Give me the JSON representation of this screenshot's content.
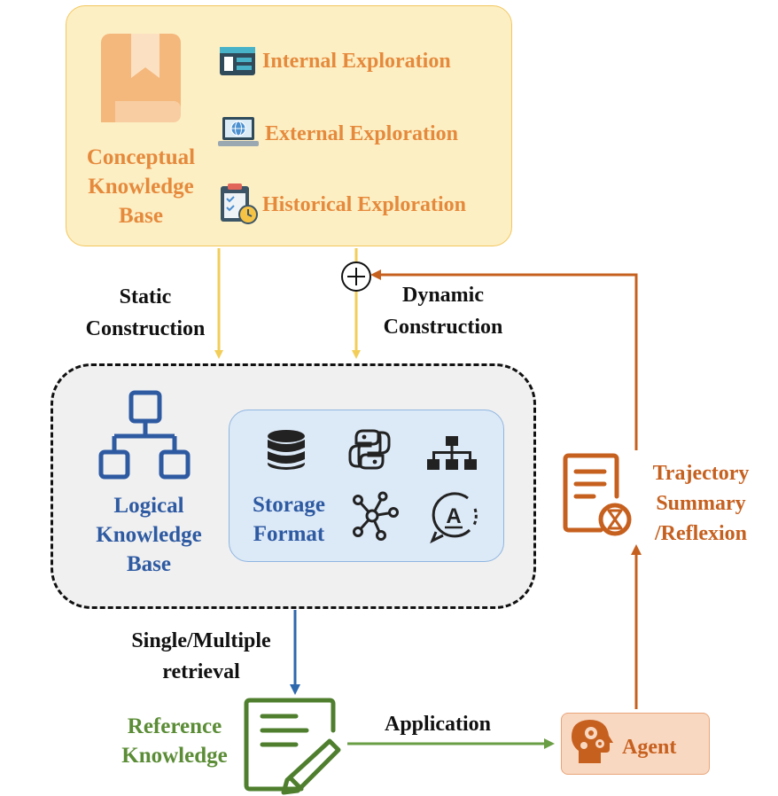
{
  "conceptual_kb": {
    "title": [
      "Conceptual",
      "Knowledge",
      "Base"
    ],
    "items": [
      {
        "label": "Internal Exploration",
        "icon": "document-window-icon"
      },
      {
        "label": "External Exploration",
        "icon": "globe-laptop-icon"
      },
      {
        "label": "Historical Exploration",
        "icon": "clipboard-clock-icon"
      }
    ]
  },
  "edges": {
    "static": [
      "Static",
      "Construction"
    ],
    "dynamic": [
      "Dynamic",
      "Construction"
    ],
    "retrieval": [
      "Single/Multiple",
      "retrieval"
    ],
    "application": "Application"
  },
  "logical_kb": {
    "title": [
      "Logical",
      "Knowledge",
      "Base"
    ]
  },
  "storage_format": {
    "title": [
      "Storage",
      "Format"
    ],
    "icons": [
      "database-icon",
      "python-icon",
      "hierarchy-icon",
      "graph-network-icon",
      "text-recognition-icon"
    ]
  },
  "reference_knowledge": {
    "title": [
      "Reference",
      "Knowledge"
    ]
  },
  "agent": {
    "label": "Agent"
  },
  "trajectory": {
    "title": [
      "Trajectory",
      "Summary",
      "/Reflexion"
    ]
  },
  "colors": {
    "concept_fill": "#fdefc4",
    "concept_text": "#e58a3c",
    "logical_text": "#2e5aa2",
    "reference_text": "#5b8c36",
    "trajectory_text": "#c6601f",
    "arrow_yellow": "#f2cd58",
    "arrow_blue": "#2e68ad",
    "arrow_green": "#6a9e44",
    "arrow_rust": "#c6601f"
  }
}
